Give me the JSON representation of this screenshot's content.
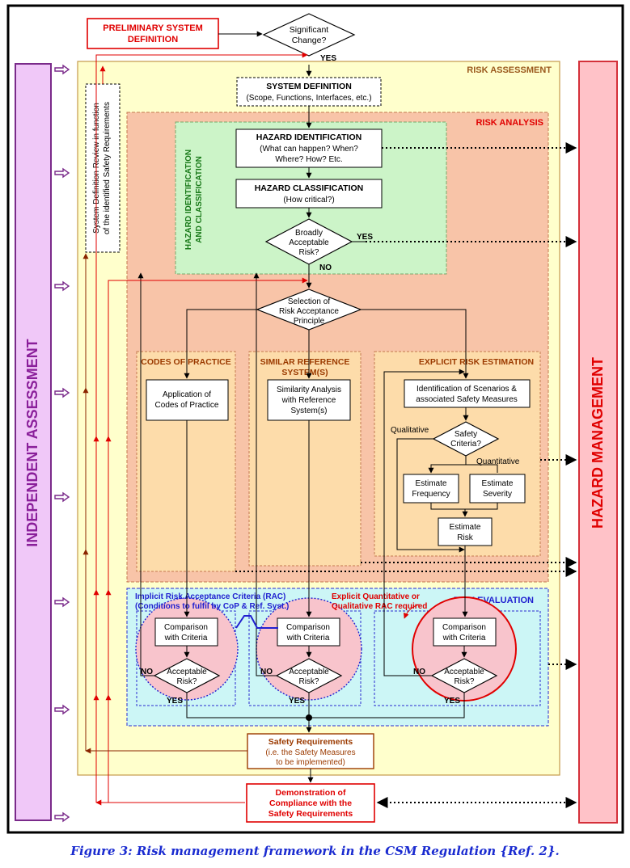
{
  "diagram": {
    "preliminary": [
      "PRELIMINARY SYSTEM",
      "DEFINITION"
    ],
    "significant_change": [
      "Significant",
      "Change?"
    ],
    "yes": "YES",
    "no": "NO",
    "risk_assessment": "RISK ASSESSMENT",
    "system_definition": {
      "title": "SYSTEM DEFINITION",
      "sub": "(Scope, Functions, Interfaces, etc.)"
    },
    "risk_analysis": "RISK ANALYSIS",
    "hazard_id_class": [
      "HAZARD IDENTIFICATION",
      "AND CLASSIFICATION"
    ],
    "hazard_identification": {
      "title": "HAZARD IDENTIFICATION",
      "sub1": "(What can happen? When?",
      "sub2": "Where? How? Etc."
    },
    "hazard_classification": {
      "title": "HAZARD CLASSIFICATION",
      "sub": "(How critical?)"
    },
    "broadly_acceptable": [
      "Broadly",
      "Acceptable",
      "Risk?"
    ],
    "selection_principle": [
      "Selection of",
      "Risk Acceptance",
      "Principle"
    ],
    "codes_of_practice": "CODES OF PRACTICE",
    "similar_reference": [
      "SIMILAR REFERENCE",
      "SYSTEM(S)"
    ],
    "explicit_risk_estimation": "EXPLICIT RISK ESTIMATION",
    "application_cop": [
      "Application of",
      "Codes of Practice"
    ],
    "similarity_analysis": [
      "Similarity Analysis",
      "with Reference",
      "System(s)"
    ],
    "identification_scenarios": [
      "Identification of Scenarios &",
      "associated Safety Measures"
    ],
    "qualitative": "Qualitative",
    "quantitative": "Quantitative",
    "safety_criteria": [
      "Safety",
      "Criteria?"
    ],
    "estimate_frequency": [
      "Estimate",
      "Frequency"
    ],
    "estimate_severity": [
      "Estimate",
      "Severity"
    ],
    "estimate_risk": [
      "Estimate",
      "Risk"
    ],
    "implicit_rac": [
      "Implicit Risk Acceptance Criteria (RAC)",
      "(Conditions to fulfil by CoP & Ref. Syst.)"
    ],
    "explicit_rac": [
      "Explicit Quantitative or",
      "Qualitative RAC required"
    ],
    "risk_evaluation": "RISK EVALUATION",
    "comparison": [
      "Comparison",
      "with Criteria"
    ],
    "acceptable_risk": [
      "Acceptable",
      "Risk?"
    ],
    "safety_requirements": {
      "title": "Safety Requirements",
      "sub1": "(i.e. the Safety Measures",
      "sub2": "to be implemented)"
    },
    "demonstration": [
      "Demonstration of",
      "Compliance with the",
      "Safety Requirements"
    ],
    "system_definition_review": [
      "System Definition Review in function",
      "of the identified Safety Requirements"
    ],
    "independent_assessment": "INDEPENDENT ASSESSMENT",
    "hazard_management": "HAZARD MANAGEMENT",
    "caption": "Figure 3:  Risk management framework in the CSM Regulation {Ref. 2}."
  }
}
